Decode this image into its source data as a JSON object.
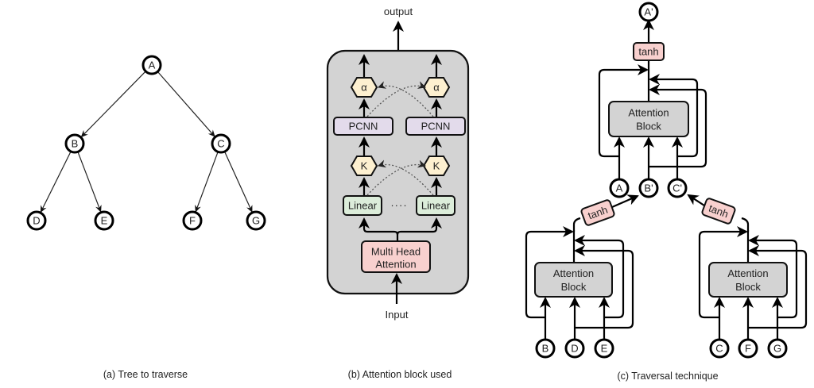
{
  "panels": {
    "a": {
      "caption": "(a) Tree to traverse",
      "nodes": [
        {
          "id": "A",
          "label": "A"
        },
        {
          "id": "B",
          "label": "B"
        },
        {
          "id": "C",
          "label": "C"
        },
        {
          "id": "D",
          "label": "D"
        },
        {
          "id": "E",
          "label": "E"
        },
        {
          "id": "F",
          "label": "F"
        },
        {
          "id": "G",
          "label": "G"
        }
      ],
      "edges": [
        [
          "A",
          "B"
        ],
        [
          "A",
          "C"
        ],
        [
          "B",
          "D"
        ],
        [
          "B",
          "E"
        ],
        [
          "C",
          "F"
        ],
        [
          "C",
          "G"
        ]
      ]
    },
    "b": {
      "caption": "(b) Attention block used",
      "output_label": "output",
      "input_label": "Input",
      "alpha_label": "α",
      "pcnn_label": "PCNN",
      "k_label": "K",
      "linear_label": "Linear",
      "ellipsis": "····",
      "mha_line1": "Multi Head",
      "mha_line2": "Attention"
    },
    "c": {
      "caption": "(c) Traversal technique",
      "tanh_label": "tanh",
      "attention_line1": "Attention",
      "attention_line2": "Block",
      "top_output": "A'",
      "top_inputs": [
        "A",
        "B'",
        "C'"
      ],
      "left_inputs": [
        "B",
        "D",
        "E"
      ],
      "right_inputs": [
        "C",
        "F",
        "G"
      ]
    }
  },
  "colors": {
    "block_bg": "#d3d3d3",
    "hexagon_fill": "#fdf0d0",
    "pcnn_fill": "#e3dbeb",
    "linear_fill": "#dcedda",
    "mha_fill": "#f8d0ce",
    "tanh_fill": "#f8d0ce",
    "attention_fill": "#d3d3d3"
  }
}
